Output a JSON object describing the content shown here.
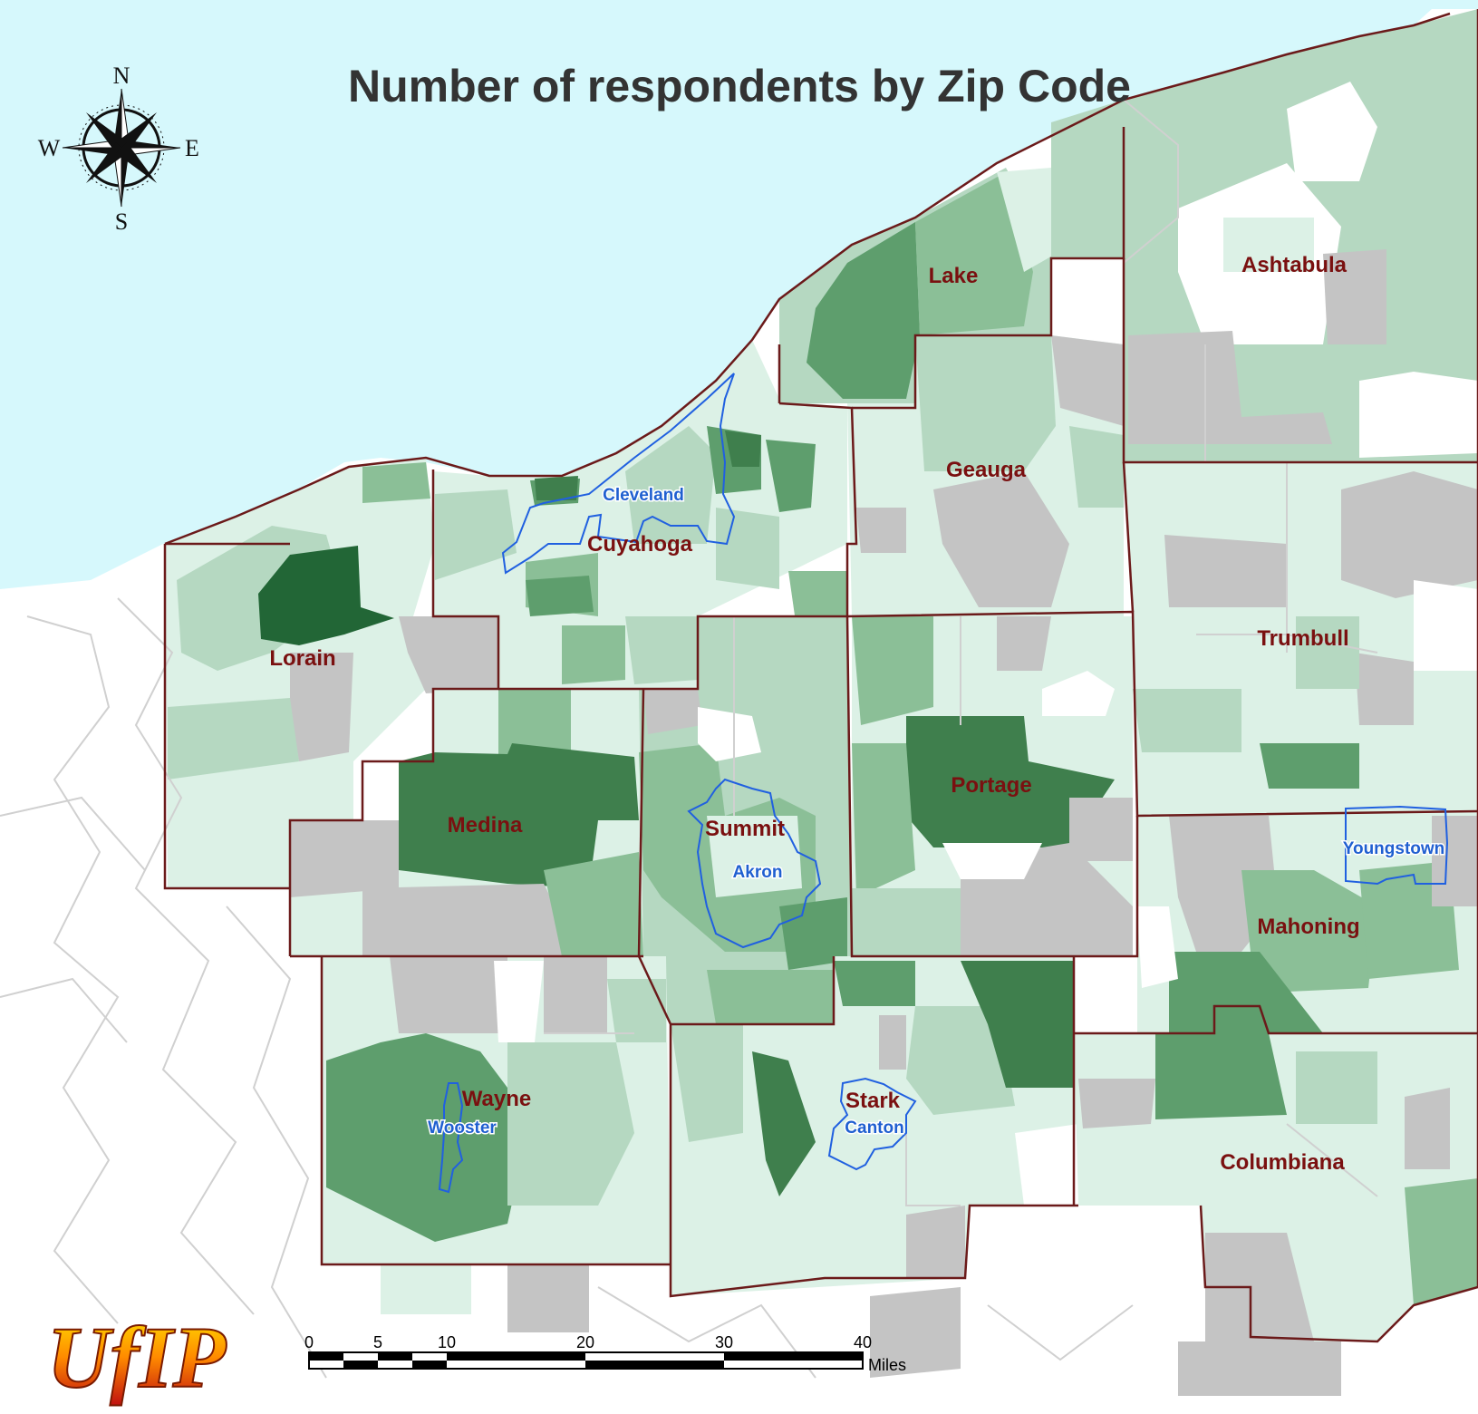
{
  "title": "Number of respondents by Zip Code",
  "compass": {
    "n": "N",
    "s": "S",
    "e": "E",
    "w": "W"
  },
  "counties": {
    "lake": "Lake",
    "ashtabula": "Ashtabula",
    "geauga": "Geauga",
    "cuyahoga": "Cuyahoga",
    "lorain": "Lorain",
    "trumbull": "Trumbull",
    "medina": "Medina",
    "summit": "Summit",
    "portage": "Portage",
    "mahoning": "Mahoning",
    "wayne": "Wayne",
    "stark": "Stark",
    "columbiana": "Columbiana"
  },
  "cities": {
    "cleveland": "Cleveland",
    "akron": "Akron",
    "youngstown": "Youngstown",
    "wooster": "Wooster",
    "canton": "Canton"
  },
  "scale_bar": {
    "ticks": [
      "0",
      "5",
      "10",
      "20",
      "30",
      "40"
    ],
    "unit": "Miles"
  },
  "logo": "UfIP",
  "colors": {
    "lake_water": "#d6f8fc",
    "shade_1": "#dcf1e6",
    "shade_2": "#b5d8c1",
    "shade_3": "#8bbf97",
    "shade_4": "#5e9e6d",
    "shade_5": "#3f7f4d",
    "shade_6": "#226636",
    "no_data": "#c4c4c4",
    "county_border": "#6b1a1a",
    "city_outline": "#2060e0"
  }
}
